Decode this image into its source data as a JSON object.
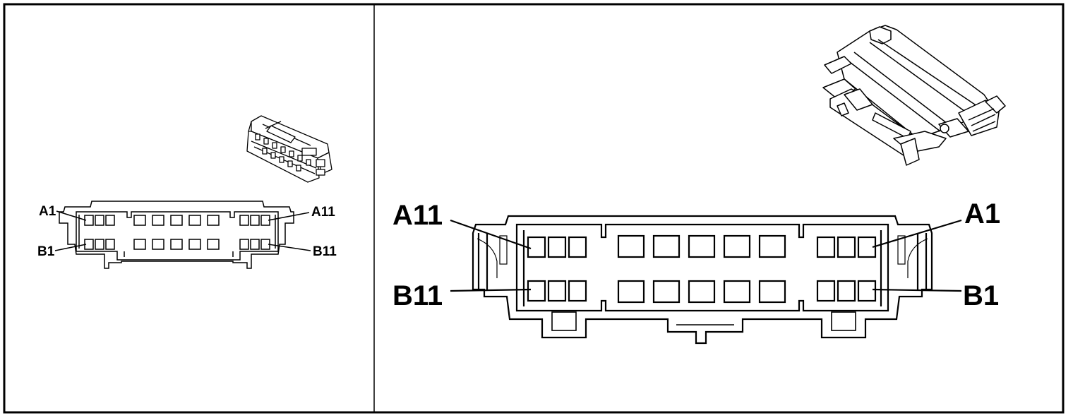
{
  "left_panel": {
    "labels": {
      "a1": "A1",
      "a11": "A11",
      "b1": "B1",
      "b11": "B11"
    }
  },
  "right_panel": {
    "labels": {
      "a11": "A11",
      "a1": "A1",
      "b11": "B11",
      "b1": "B1"
    }
  },
  "colors": {
    "line": "#000000",
    "background": "#ffffff"
  }
}
